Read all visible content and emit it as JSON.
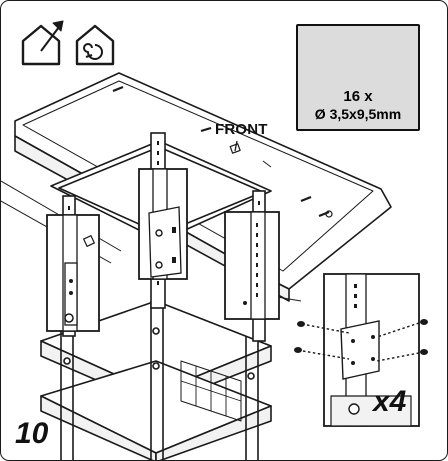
{
  "step": {
    "number": "10"
  },
  "front_label": "FRONT",
  "screw": {
    "quantity": "16 x",
    "size": "Ø 3,5x9,5mm"
  },
  "repeat": "x4",
  "icons": [
    "indoor-use-icon",
    "moisture-protection-icon",
    "screw-icon"
  ],
  "colors": {
    "line": "#1a1a1a",
    "panel": "#dcdcdc",
    "detail-frame": "#555555",
    "shelf-fill": "#f2f2f2"
  }
}
